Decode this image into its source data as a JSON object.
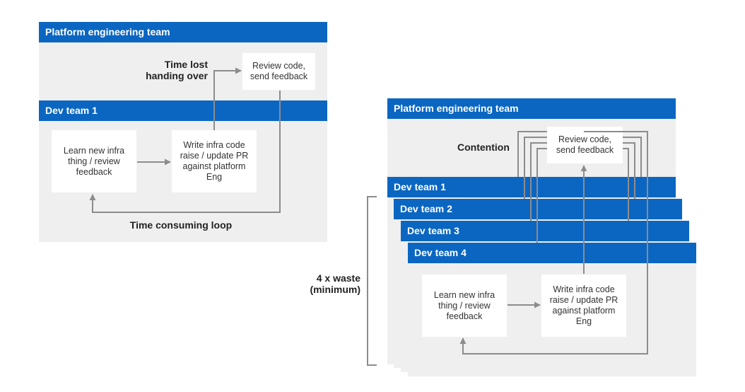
{
  "left": {
    "platform_bar": "Platform engineering team",
    "dev_bar": "Dev team 1",
    "review_box": "Review code,\nsend feedback",
    "learn_box": "Learn new infra\nthing / review\nfeedback",
    "write_box": "Write infra code\nraise / update PR\nagainst platform\nEng",
    "time_lost_label": "Time lost\nhanding over",
    "loop_label": "Time consuming loop"
  },
  "right": {
    "platform_bar": "Platform engineering team",
    "review_box": "Review code,\nsend feedback",
    "contention_label": "Contention",
    "dev_bars": [
      "Dev team 1",
      "Dev team 2",
      "Dev team 3",
      "Dev team 4"
    ],
    "learn_box": "Learn new infra\nthing / review\nfeedback",
    "write_box": "Write infra code\nraise / update PR\nagainst platform\nEng",
    "waste_label": "4 x waste\n(minimum)"
  },
  "colors": {
    "bar_blue": "#0b66c2",
    "panel_gray": "#efefef",
    "line_gray": "#8c8c8c"
  }
}
